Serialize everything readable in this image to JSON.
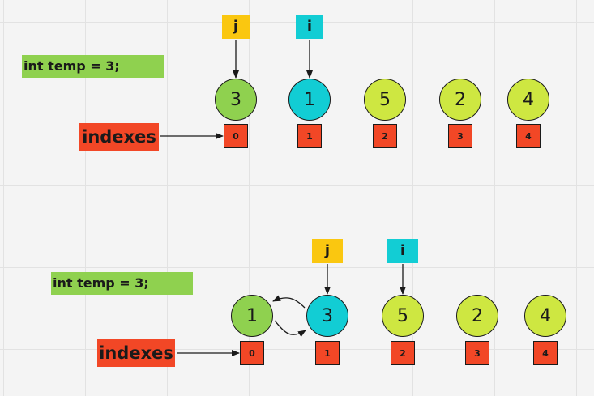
{
  "colors": {
    "temp_box": "#8fd14f",
    "index_red": "#f24726",
    "pointer_j": "#fac710",
    "pointer_i": "#12cdd4",
    "node_green": "#8fd14f",
    "node_lime": "#cee741",
    "node_cyan": "#12cdd4"
  },
  "panels": [
    {
      "temp_label": "int temp = 3;",
      "indexes_label": "indexes",
      "nodes": [
        {
          "value": "3",
          "fill": "node_green"
        },
        {
          "value": "1",
          "fill": "node_cyan"
        },
        {
          "value": "5",
          "fill": "node_lime"
        },
        {
          "value": "2",
          "fill": "node_lime"
        },
        {
          "value": "4",
          "fill": "node_lime"
        }
      ],
      "indexes": [
        "0",
        "1",
        "2",
        "3",
        "4"
      ],
      "pointers": [
        {
          "label": "j",
          "color": "pointer_j",
          "target": 0
        },
        {
          "label": "i",
          "color": "pointer_i",
          "target": 1
        }
      ],
      "swap": false
    },
    {
      "temp_label": "int temp = 3;",
      "indexes_label": "indexes",
      "nodes": [
        {
          "value": "1",
          "fill": "node_green"
        },
        {
          "value": "3",
          "fill": "node_cyan"
        },
        {
          "value": "5",
          "fill": "node_lime"
        },
        {
          "value": "2",
          "fill": "node_lime"
        },
        {
          "value": "4",
          "fill": "node_lime"
        }
      ],
      "indexes": [
        "0",
        "1",
        "2",
        "3",
        "4"
      ],
      "pointers": [
        {
          "label": "j",
          "color": "pointer_j",
          "target": 1
        },
        {
          "label": "i",
          "color": "pointer_i",
          "target": 2
        }
      ],
      "swap": true
    }
  ]
}
